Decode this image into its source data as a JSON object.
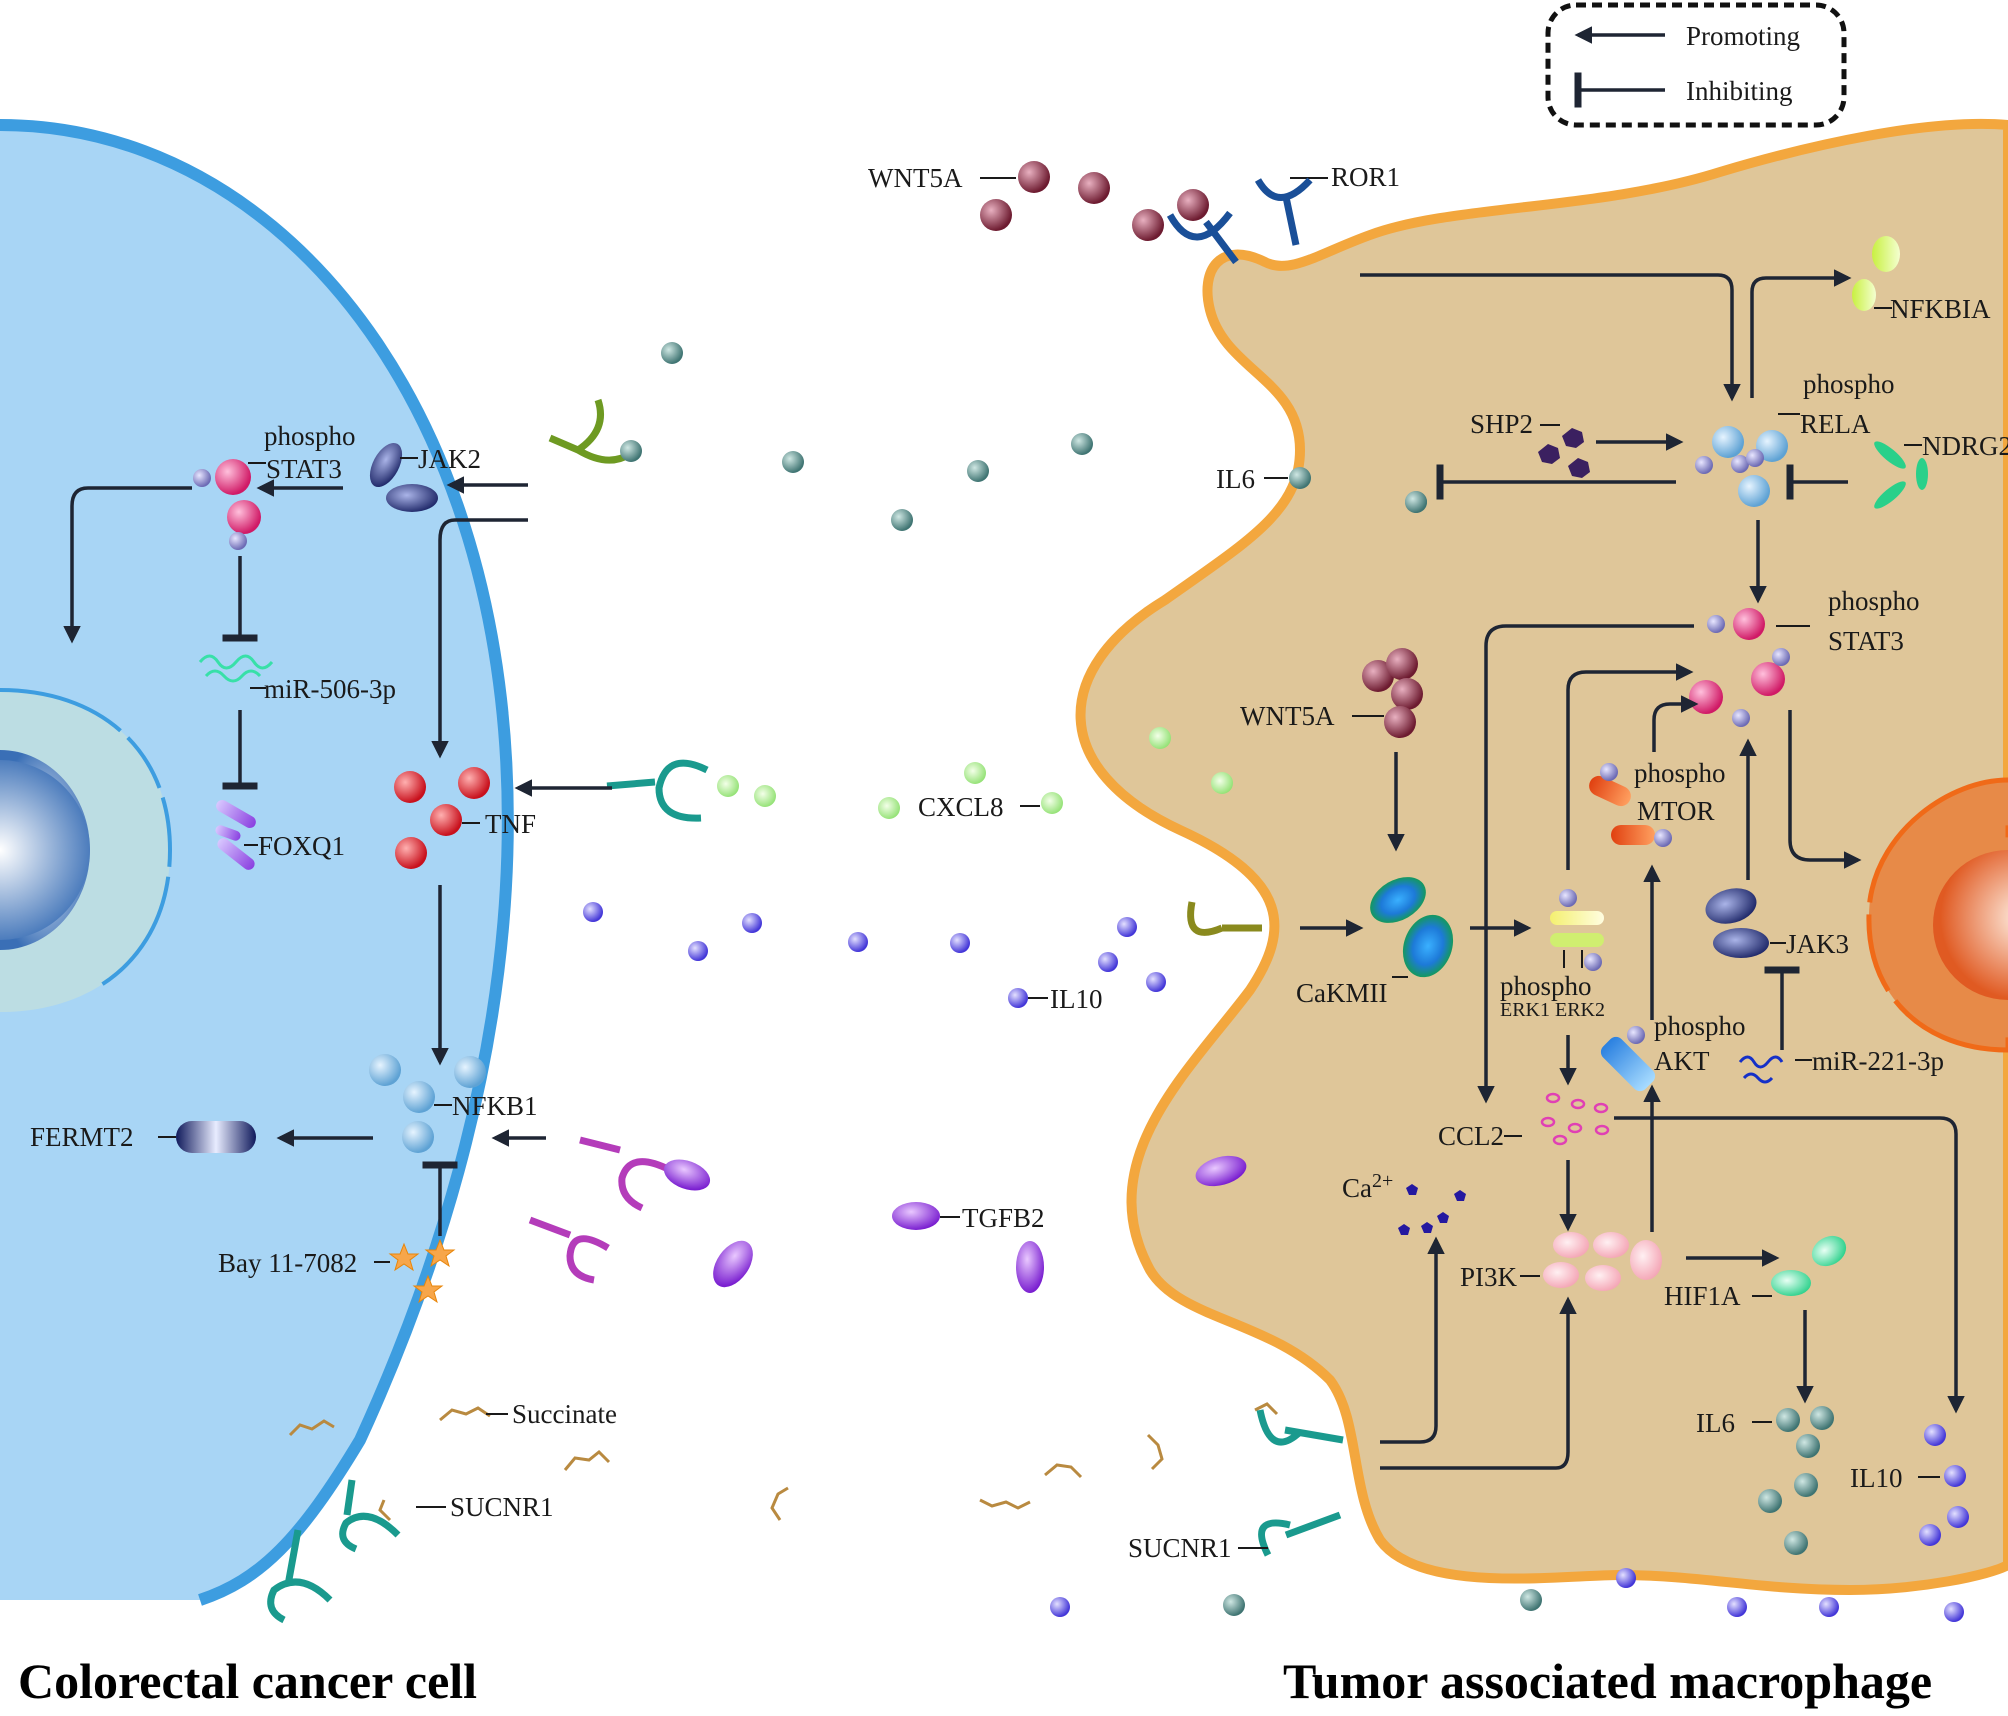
{
  "legend": {
    "promoting": "Promoting",
    "inhibiting": "Inhibiting"
  },
  "titles": {
    "left": "Colorectal cancer cell",
    "right": "Tumor associated macrophage"
  },
  "cancer": {
    "phospho": "phospho",
    "stat3": "STAT3",
    "jak2": "JAK2",
    "mir506": "miR-506-3p",
    "foxq1": "FOXQ1",
    "tnf": "TNF",
    "nfkb1": "NFKB1",
    "fermt2": "FERMT2",
    "bay": "Bay 11-7082",
    "succinate": "Succinate",
    "sucnr1": "SUCNR1"
  },
  "extracellular": {
    "wnt5a": "WNT5A",
    "ror1": "ROR1",
    "il6": "IL6",
    "cxcl8": "CXCL8",
    "il10": "IL10",
    "tgfb2": "TGFB2"
  },
  "macrophage": {
    "nfkbia": "NFKBIA",
    "phospho_rela_1": "phospho",
    "rela": "RELA",
    "ndrg2": "NDRG2",
    "shp2": "SHP2",
    "phospho_stat3_1": "phospho",
    "stat3": "STAT3",
    "wnt5a": "WNT5A",
    "phospho_mtor_1": "phospho",
    "mtor": "MTOR",
    "camk": "CaKMII",
    "phospho_erk_1": "phospho",
    "erk": "ERK1 ERK2",
    "jak3": "JAK3",
    "phospho_akt_1": "phospho",
    "akt": "AKT",
    "mir221": "miR-221-3p",
    "ccl2": "CCL2",
    "ca": "Ca",
    "ca_sup": "2+",
    "pi3k": "PI3K",
    "hif1a": "HIF1A",
    "il6": "IL6",
    "il10": "IL10",
    "sucnr1": "SUCNR1"
  },
  "colors": {
    "cell_membrane": "#3d9de0",
    "cell_fill": "#a8d5f5",
    "nucleus_fill": "#bcdde3",
    "mac_membrane": "#f3a73e",
    "mac_fill": "#dfc699",
    "mac_nucleus": "#e07a30",
    "arrow": "#1e2533",
    "wnt5a": "#7a2035",
    "il6": "#4a7d7d",
    "cxcl8": "#a9f08a",
    "il10": "#5a4fe0",
    "tgfb2": "#9b3be8",
    "tnf": "#e01e2a",
    "stat3": "#e0337a",
    "nfkb": "#7ab4df",
    "receptor_teal": "#1a9a8e"
  }
}
